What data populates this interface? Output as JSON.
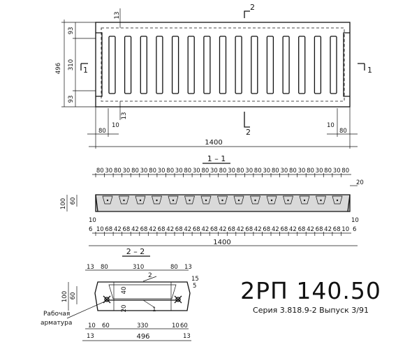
{
  "title_block": {
    "mark": "2РП 140.50",
    "series": "Серия 3.818.9-2 Выпуск 3/91"
  },
  "plan": {
    "section_1_left": "1",
    "section_1_right": "1",
    "section_2_top": "2",
    "section_2_bottom": "2",
    "dim_total_height": "496",
    "dim_top": "93",
    "dim_middle": "310",
    "dim_bottom": "93",
    "dim_lug": "13",
    "dim_lug_bottom": "13",
    "dim_left_offset": "80",
    "dim_left_gap": "10",
    "dim_right_gap": "10",
    "dim_right_offset": "80",
    "dim_total_length": "1400"
  },
  "section_1_1": {
    "title": "1 – 1",
    "top_dims": [
      "80",
      "30",
      "80",
      "30",
      "80",
      "30",
      "80",
      "30",
      "80",
      "30",
      "80",
      "30",
      "80",
      "30",
      "80",
      "30",
      "80",
      "30",
      "80",
      "30",
      "80",
      "30",
      "80",
      "30",
      "80",
      "30",
      "80",
      "30",
      "80"
    ],
    "bottom_dims": [
      "10",
      "68",
      "42",
      "68",
      "42",
      "68",
      "42",
      "68",
      "42",
      "68",
      "42",
      "68",
      "42",
      "68",
      "42",
      "68",
      "42",
      "68",
      "42",
      "68",
      "42",
      "68",
      "42",
      "68",
      "42",
      "68",
      "42",
      "68",
      "10"
    ],
    "side_left_outer": "100",
    "side_left_inner": "60",
    "side_right": "20",
    "bottom_left": "10",
    "bottom_left_2": "6",
    "bottom_right": "10",
    "bottom_right_2": "6",
    "total_length": "1400"
  },
  "section_2_2": {
    "title": "2 – 2",
    "dim_top_left": "13",
    "dim_top_80_left": "80",
    "dim_top_310": "310",
    "dim_top_80_right": "80",
    "dim_top_right": "13",
    "dim_side_100": "100",
    "dim_side_60": "60",
    "dim_40": "40",
    "dim_20": "20",
    "dim_15": "15",
    "dim_5": "5",
    "callout_1": "1",
    "callout_2": "2",
    "rebar_label_line1": "Рабочая",
    "rebar_label_line2": "арматура",
    "dim_bottom_10_left": "10",
    "dim_bottom_60": "60",
    "dim_bottom_330": "330",
    "dim_bottom_10_right": "10",
    "dim_bottom_60_right": "60",
    "dim_bottom_13_left": "13",
    "dim_bottom_496": "496",
    "dim_bottom_13_right": "13"
  }
}
